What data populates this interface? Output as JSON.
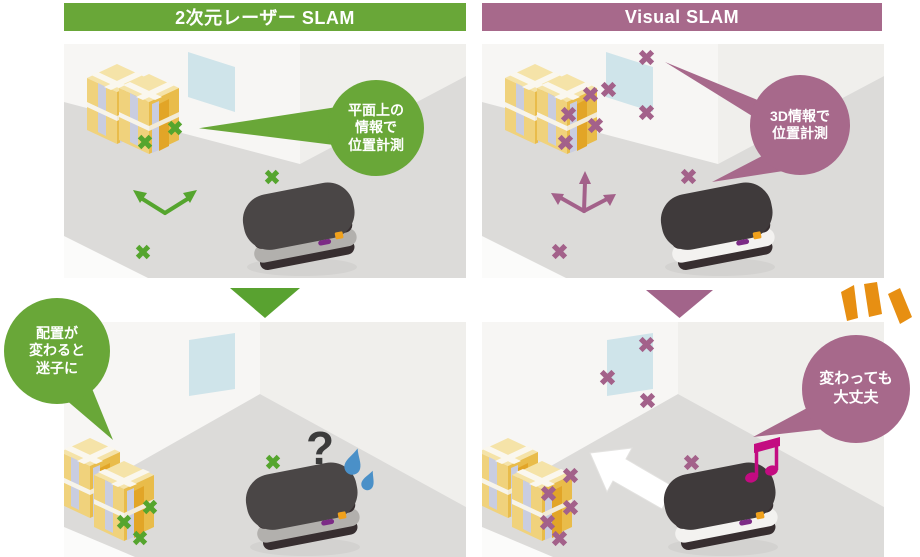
{
  "columns": {
    "laser": {
      "header": "2次元レーザー SLAM",
      "accent": "#69a738",
      "bubbles": {
        "top": "平面上の\n情報で\n位置計測",
        "bottom": "配置が\n変わると\n迷子に"
      },
      "confusion_mark": "?"
    },
    "visual": {
      "header": "Visual SLAM",
      "accent": "#a7698b",
      "bubbles": {
        "top": "3D情報で\n位置計測",
        "bottom": "変わっても\n大丈夫"
      }
    }
  },
  "icons": {
    "x-marker": "✕",
    "axis-2d": "↔",
    "axis-3d": "↑↔",
    "down-arrow": "▼",
    "question-mark": "?",
    "sweat-drop": "💧",
    "music-note": "♪",
    "emphasis-lines": "!!!",
    "route-arrow": "⬅"
  },
  "colors": {
    "laser_green": "#69a738",
    "laser_marker_green": "#55a52e",
    "visual_purple": "#a7698b",
    "visual_marker_purple": "#a3618a",
    "box_yellow": "#e9bc4a",
    "window_blue": "#cfe4ea",
    "floor_gray": "#dcdbd9",
    "sweat_blue": "#4a90c8",
    "note_magenta": "#c30b81",
    "alert_orange": "#e78f12",
    "robot_dark": "#4a4646",
    "robot_white": "#f3f2f0"
  }
}
